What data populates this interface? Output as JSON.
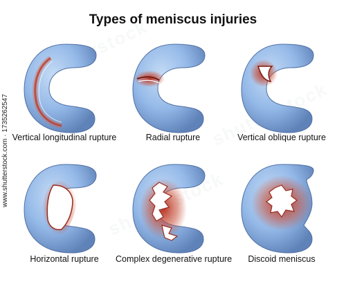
{
  "title": "Types of meniscus injuries",
  "items": [
    {
      "label": "Vertical longitudinal rupture",
      "icon": "meniscus-longitudinal-tear-icon"
    },
    {
      "label": "Radial rupture",
      "icon": "meniscus-radial-tear-icon"
    },
    {
      "label": "Vertical oblique rupture",
      "icon": "meniscus-oblique-tear-icon"
    },
    {
      "label": "Horizontal rupture",
      "icon": "meniscus-horizontal-tear-icon"
    },
    {
      "label": "Complex degenerative rupture",
      "icon": "meniscus-complex-tear-icon"
    },
    {
      "label": "Discoid meniscus",
      "icon": "discoid-meniscus-icon"
    }
  ],
  "side_id": "www.shutterstock.com · 1735262547",
  "watermark": "shutterstock",
  "colors": {
    "meniscus": "#8fb6e6",
    "meniscus_dark": "#6f93c8",
    "injury": "#b32a1a"
  }
}
